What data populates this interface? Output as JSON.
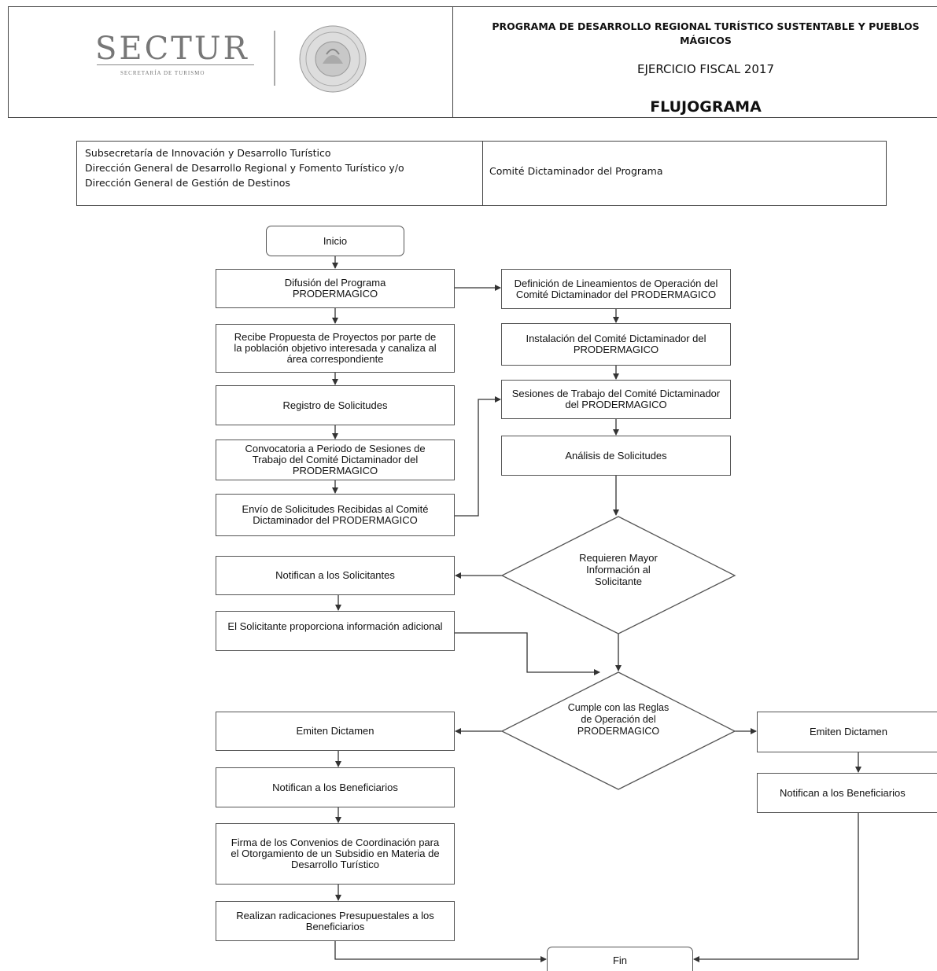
{
  "header": {
    "logo_text": "SECTUR",
    "logo_subtext": "SECRETARÍA DE TURISMO",
    "program_title": "PROGRAMA DE DESARROLLO REGIONAL TURÍSTICO SUSTENTABLE Y PUEBLOS MÁGICOS",
    "fiscal_year": "EJERCICIO FISCAL 2017",
    "doc_type": "FLUJOGRAMA"
  },
  "units": {
    "left_lines": [
      "Subsecretaría de Innovación y Desarrollo Turístico",
      "Dirección General de Desarrollo Regional y Fomento Turístico y/o",
      "Dirección General de Gestión de Destinos"
    ],
    "right": "Comité Dictaminador del Programa"
  },
  "flow": {
    "inicio": "Inicio",
    "difusion": "Difusión del Programa PRODERMAGICO",
    "recibe": "Recibe Propuesta de Proyectos por parte de la población objetivo interesada y canaliza al área correspondiente",
    "registro": "Registro de Solicitudes",
    "convocatoria": "Convocatoria a Periodo de Sesiones de Trabajo del Comité Dictaminador del PRODERMAGICO",
    "envio": "Envío de Solicitudes Recibidas al Comité Dictaminador del PRODERMAGICO",
    "definicion": "Definición de Lineamientos de Operación del Comité Dictaminador del PRODERMAGICO",
    "instalacion": "Instalación del Comité Dictaminador del PRODERMAGICO",
    "sesiones": "Sesiones de Trabajo del Comité Dictaminador del PRODERMAGICO",
    "analisis": "Análisis de Solicitudes",
    "decision1": "Requieren Mayor Información al Solicitante",
    "notifican_solicitantes": "Notifican a los Solicitantes",
    "proporciona": "El Solicitante proporciona información adicional",
    "decision2": "Cumple con las Reglas de Operación del PRODERMAGICO",
    "emiten_left": "Emiten Dictamen",
    "notifican_benef_left": "Notifican a los Beneficiarios",
    "firma": "Firma de los Convenios de Coordinación para el Otorgamiento de un Subsidio en Materia de Desarrollo Turístico",
    "radicaciones": "Realizan radicaciones Presupuestales a los Beneficiarios",
    "emiten_right": "Emiten Dictamen",
    "notifican_benef_right": "Notifican a los Beneficiarios",
    "fin": "Fin"
  }
}
